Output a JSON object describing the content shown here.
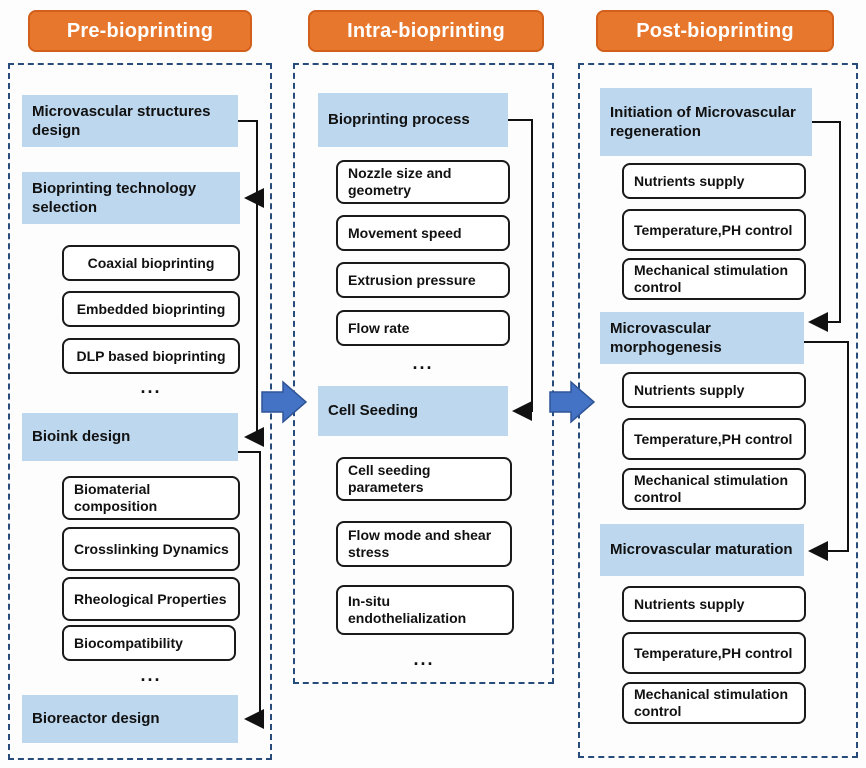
{
  "colors": {
    "header_bg": "#E8772E",
    "header_border": "#D2601A",
    "header_text": "#FFFFFF",
    "stage_bg": "#BDD7EE",
    "item_bg": "#FFFFFF",
    "item_border": "#1A1A1A",
    "dashed_border": "#274B7A",
    "flow_arrow_fill": "#4472C4",
    "flow_arrow_stroke": "#2F5597",
    "connector_color": "#111111",
    "canvas_bg": "#FDFDFD"
  },
  "columns": [
    {
      "header": "Pre-bioprinting",
      "stage1": "Microvascular structures design",
      "stage2": "Bioprinting technology selection",
      "stage2_items": [
        "Coaxial bioprinting",
        "Embedded bioprinting",
        "DLP based bioprinting"
      ],
      "stage2_more": "...",
      "stage3": "Bioink design",
      "stage3_items": [
        "Biomaterial composition",
        "Crosslinking Dynamics",
        "Rheological Properties",
        "Biocompatibility"
      ],
      "stage3_more": "...",
      "stage4": "Bioreactor design"
    },
    {
      "header": "Intra-bioprinting",
      "stage1": "Bioprinting process",
      "stage1_items": [
        "Nozzle size and geometry",
        "Movement speed",
        "Extrusion pressure",
        "Flow rate"
      ],
      "stage1_more": "...",
      "stage2": "Cell Seeding",
      "stage2_items": [
        "Cell seeding parameters",
        "Flow mode and shear stress",
        "In-situ endothelialization"
      ],
      "stage2_more": "..."
    },
    {
      "header": "Post-bioprinting",
      "stages": [
        {
          "title": "Initiation of Microvascular regeneration",
          "items": [
            "Nutrients supply",
            "Temperature,PH control",
            "Mechanical stimulation control"
          ]
        },
        {
          "title": "Microvascular morphogenesis",
          "items": [
            "Nutrients supply",
            "Temperature,PH control",
            "Mechanical stimulation control"
          ]
        },
        {
          "title": "Microvascular maturation",
          "items": [
            "Nutrients supply",
            "Temperature,PH control",
            "Mechanical stimulation control"
          ]
        }
      ]
    }
  ]
}
